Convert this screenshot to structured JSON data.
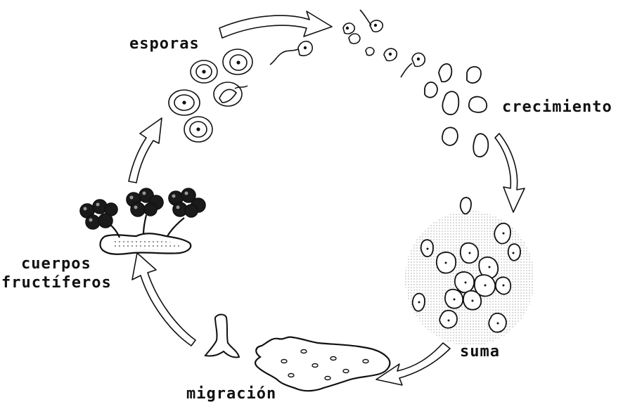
{
  "diagram": {
    "type": "life-cycle",
    "stages": [
      {
        "id": "esporas",
        "label": "esporas"
      },
      {
        "id": "crecimiento",
        "label": "crecimiento"
      },
      {
        "id": "suma",
        "label": "suma"
      },
      {
        "id": "migracion",
        "label": "migración"
      },
      {
        "id": "cuerpos-fructiferos",
        "label_line1": "cuerpos",
        "label_line2": "fructíferos"
      }
    ],
    "colors": {
      "ink": "#111111",
      "fill_dark": "#1a1a1a",
      "paper": "#ffffff",
      "cell_fill": "#ffffff"
    }
  }
}
